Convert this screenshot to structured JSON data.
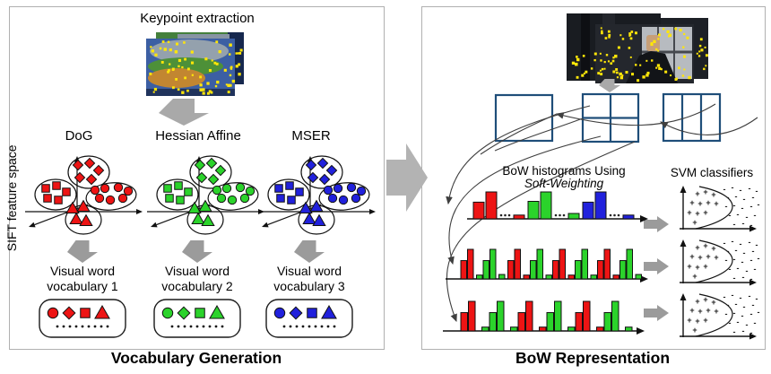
{
  "left_panel": {
    "keypoint_label": "Keypoint extraction",
    "sift_axis_label": "SIFT feature space",
    "title": "Vocabulary Generation",
    "detectors": [
      {
        "name": "DoG",
        "color": "#ed1414",
        "vocab_line1": "Visual word",
        "vocab_line2": "vocabulary 1"
      },
      {
        "name": "Hessian Affine",
        "color": "#2bd32b",
        "vocab_line1": "Visual word",
        "vocab_line2": "vocabulary 2"
      },
      {
        "name": "MSER",
        "color": "#2121dc",
        "vocab_line1": "Visual word",
        "vocab_line2": "vocabulary 3"
      }
    ]
  },
  "right_panel": {
    "title": "BoW Representation",
    "caption_line1": "BoW histograms Using",
    "caption_line2": "Soft-Weighting",
    "svm_label": "SVM classifiers",
    "grid_partitions": [
      "1x1",
      "2x2",
      "1x3"
    ]
  },
  "chart_data": {
    "type": "bar",
    "title": "BoW histograms Using Soft-Weighting",
    "histograms": [
      [
        [
          "r:62",
          "r:100",
          "dots",
          "r:14"
        ],
        [
          "g:65",
          "g:100",
          "dots",
          "g:20"
        ],
        [
          "b:62",
          "b:100",
          "dots",
          "b:14"
        ]
      ],
      [
        [
          "r:62",
          "r:100"
        ],
        [
          "g:13",
          "g:62",
          "g:100"
        ],
        [
          "g:15"
        ],
        [
          "r:62",
          "r:100"
        ],
        [
          "r:13",
          "g:62",
          "g:100"
        ],
        [
          "g:13",
          "r:62",
          "r:100"
        ],
        [
          "r:13",
          "g:62",
          "g:100"
        ],
        [
          "g:13",
          "r:62",
          "r:100"
        ],
        [
          "r:13",
          "g:62",
          "g:100"
        ],
        [
          "g:15"
        ]
      ],
      [
        [
          "r:62",
          "r:100"
        ],
        [
          "g:13",
          "g:62",
          "g:100"
        ],
        [
          "g:13",
          "r:62",
          "r:100"
        ],
        [
          "r:13",
          "g:62",
          "g:100"
        ],
        [
          "g:13",
          "r:62",
          "r:100"
        ],
        [
          "r:13",
          "g:62",
          "g:100"
        ],
        [
          "g:13"
        ]
      ]
    ]
  },
  "colors": {
    "red": "#ed1414",
    "green": "#2bd32b",
    "blue": "#2121dc",
    "grid_box_border": "#1f4e79",
    "arrow_gray": "#9b9b9b",
    "block_arrow_gray": "#b3b3b3",
    "panel_border": "#b0b0b0",
    "keypoint_yellow": "#ffe609",
    "curve_arrow": "#3f3f3f"
  }
}
